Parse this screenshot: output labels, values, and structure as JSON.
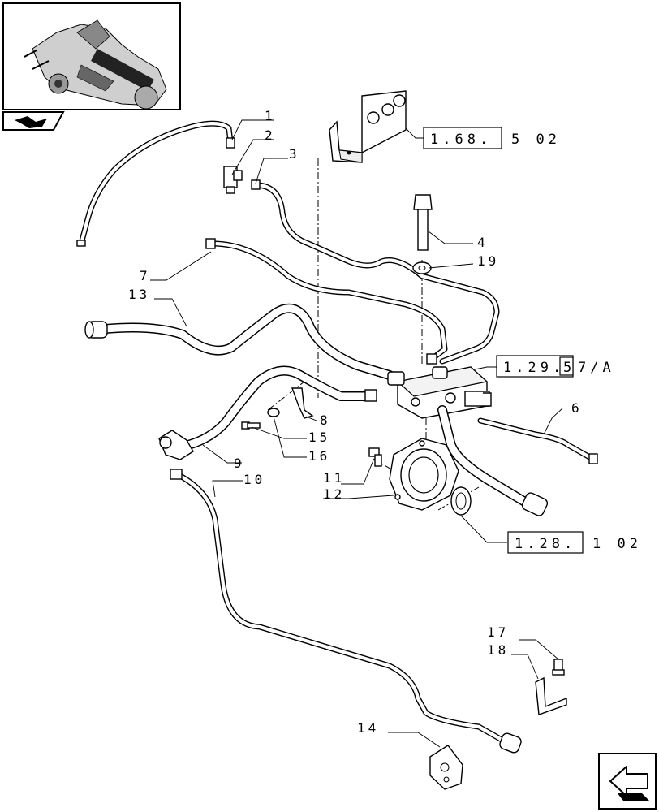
{
  "callouts": {
    "c1": "1",
    "c2": "2",
    "c3": "3",
    "c4": "4",
    "c6": "6",
    "c7": "7",
    "c8": "8",
    "c9": "9",
    "c10": "10",
    "c11": "11",
    "c12": "12",
    "c13": "13",
    "c14": "14",
    "c15": "15",
    "c16": "16",
    "c17": "17",
    "c18": "18",
    "c19": "19"
  },
  "references": {
    "r1_box": "1.68.",
    "r1_tail": "5 02",
    "r2_box": "1.29.",
    "r2_mid": "5",
    "r2_tail": "7/A",
    "r3_box": "1.28.",
    "r3_tail": "1 02"
  }
}
